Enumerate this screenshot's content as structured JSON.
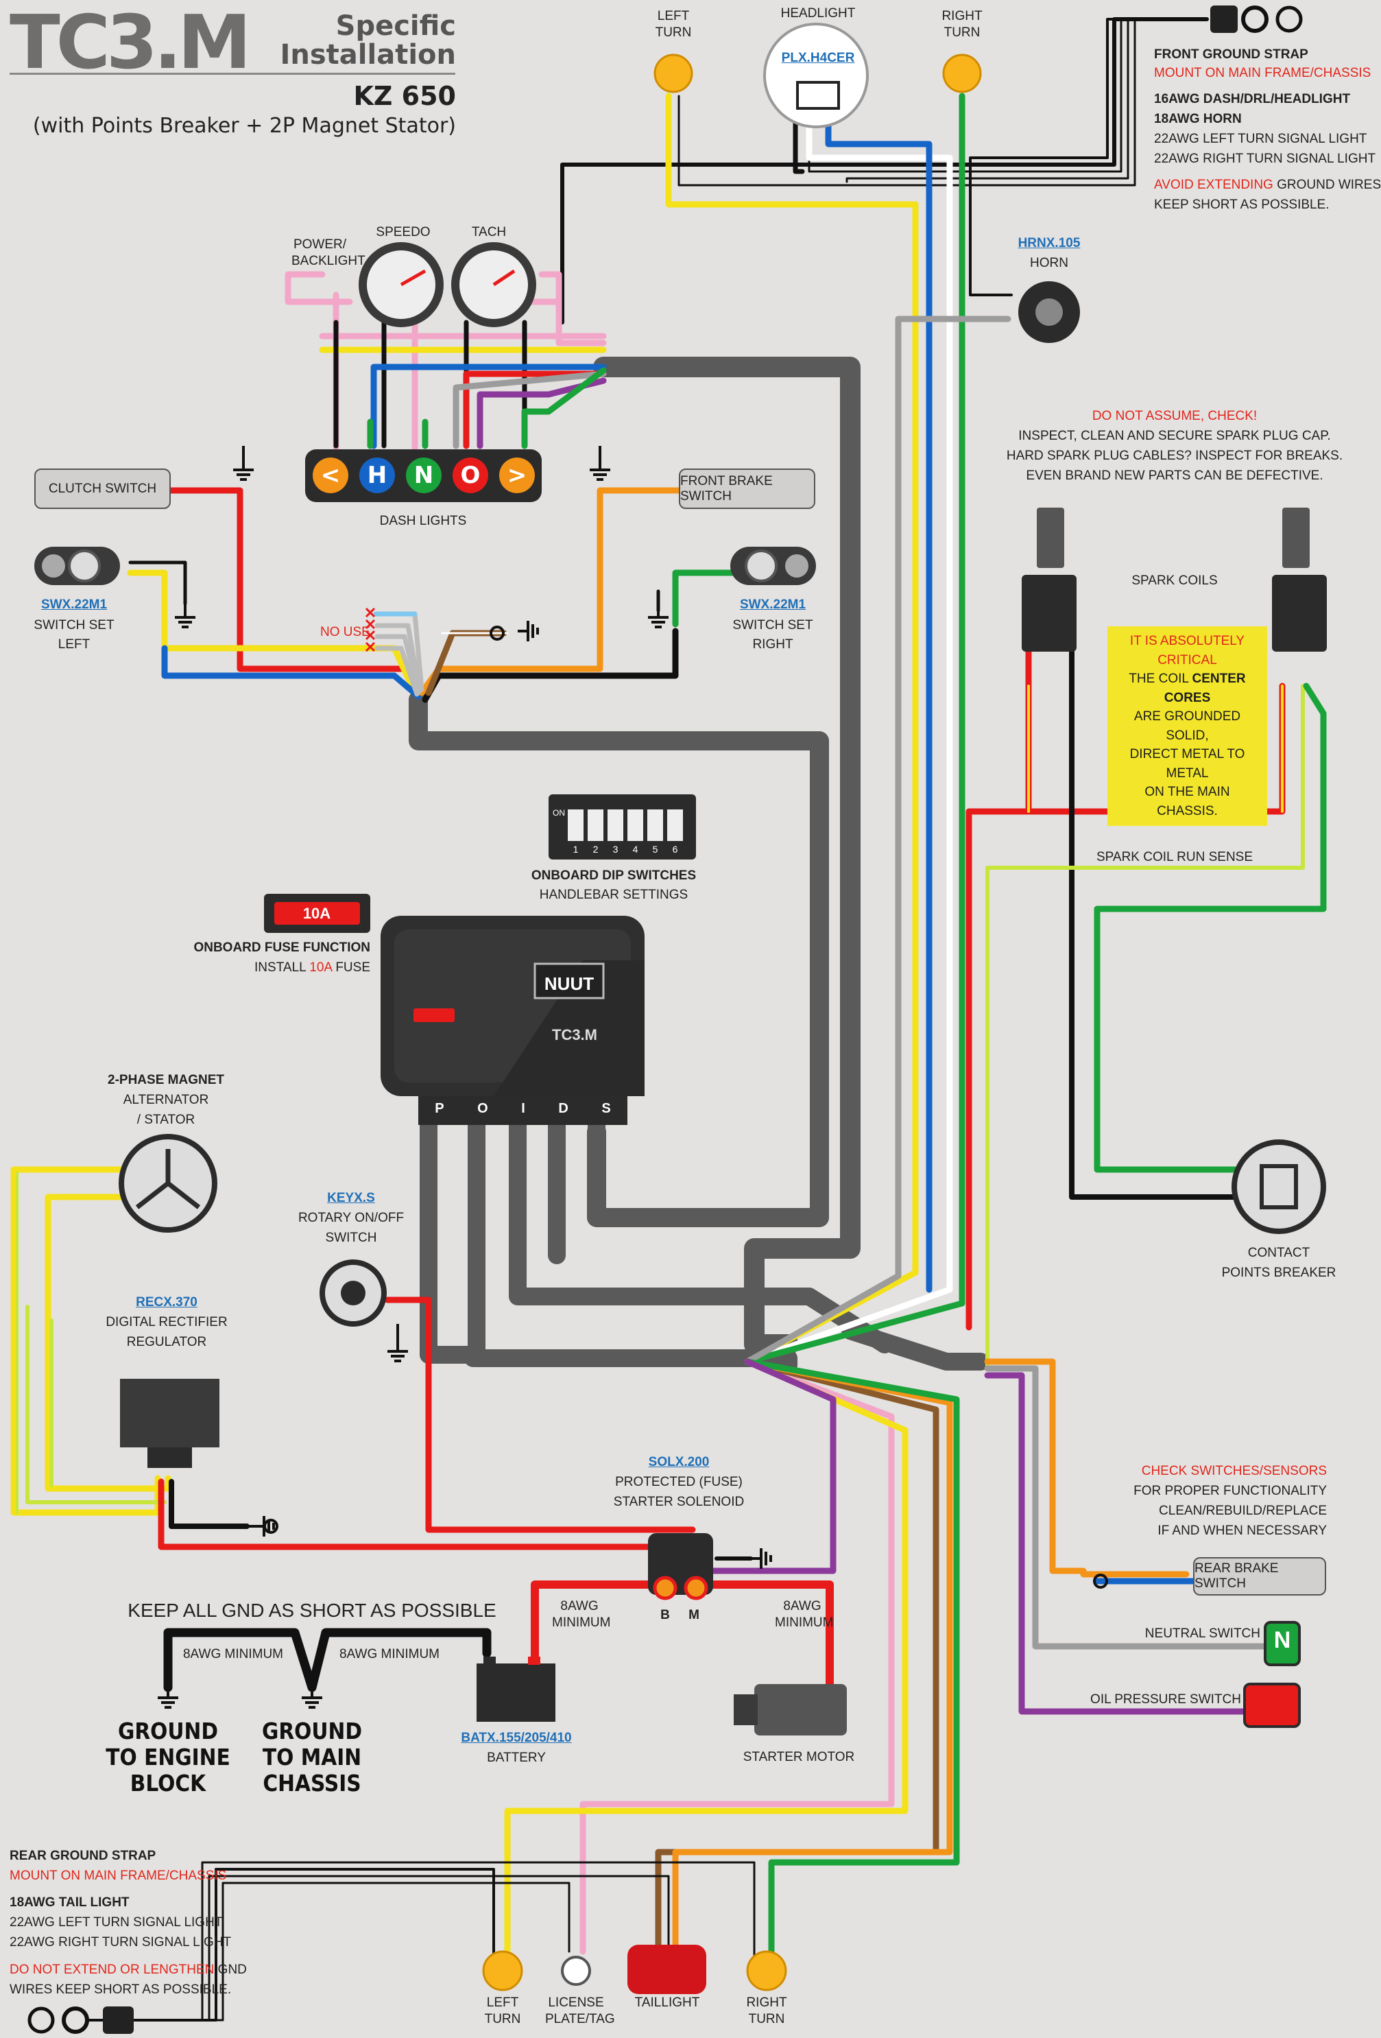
{
  "header": {
    "logo": "TC3.M",
    "title_line1": "Specific",
    "title_line2": "Installation",
    "model": "KZ 650",
    "subtitle": "(with Points Breaker + 2P Magnet Stator)"
  },
  "front_lights": {
    "left_turn": "LEFT TURN",
    "headlight": "HEADLIGHT",
    "headlight_part": "PLX.H4CER",
    "right_turn": "RIGHT TURN"
  },
  "front_ground": {
    "title": "FRONT GROUND STRAP",
    "mount": "MOUNT ON MAIN FRAME/CHASSIS",
    "l1": "16AWG DASH/DRL/HEADLIGHT",
    "l2": "18AWG HORN",
    "l3": "22AWG LEFT TURN SIGNAL LIGHT",
    "l4": "22AWG RIGHT TURN SIGNAL LIGHT",
    "avoid": "AVOID EXTENDING",
    "avoid_rest": " GROUND WIRES",
    "keep": "KEEP SHORT AS POSSIBLE."
  },
  "horn": {
    "part": "HRNX.105",
    "label": "HORN"
  },
  "gauges": {
    "power_backlight": "POWER/ BACKLIGHT",
    "speedo": "SPEEDO",
    "tach": "TACH"
  },
  "dash_lights": {
    "label": "DASH LIGHTS",
    "letters": [
      "<",
      "H",
      "N",
      "O",
      ">"
    ]
  },
  "clutch_switch": "CLUTCH SWITCH",
  "front_brake_switch": "FRONT BRAKE SWITCH",
  "switch_left": {
    "part": "SWX.22M1",
    "l1": "SWITCH SET",
    "l2": "LEFT"
  },
  "switch_right": {
    "part": "SWX.22M1",
    "l1": "SWITCH SET",
    "l2": "RIGHT"
  },
  "no_use": "NO USE",
  "spark": {
    "warn_title": "DO NOT ASSUME, CHECK!",
    "l1": "INSPECT, CLEAN AND SECURE SPARK PLUG CAP.",
    "l2": "HARD SPARK PLUG CABLES? INSPECT FOR BREAKS.",
    "l3": "EVEN BRAND NEW PARTS CAN BE DEFECTIVE.",
    "coils": "SPARK COILS",
    "run_sense": "SPARK COIL RUN SENSE"
  },
  "critical": {
    "l1": "IT IS ABSOLUTELY CRITICAL",
    "l2a": "THE COIL ",
    "l2b": "CENTER CORES",
    "l3": "ARE GROUNDED SOLID,",
    "l4": "DIRECT METAL TO METAL",
    "l5": "ON THE MAIN CHASSIS."
  },
  "dip": {
    "title": "ONBOARD DIP SWITCHES",
    "sub": "HANDLEBAR SETTINGS",
    "on": "ON",
    "numbers": [
      "1",
      "2",
      "3",
      "4",
      "5",
      "6"
    ]
  },
  "fuse": {
    "value": "10A",
    "title": "ONBOARD FUSE FUNCTION",
    "install": "INSTALL ",
    "amp": "10A",
    "rest": " FUSE"
  },
  "unit": {
    "brand": "NUUT",
    "model": "TC3.M",
    "pins": [
      "P",
      "O",
      "I",
      "D",
      "S"
    ]
  },
  "stator": {
    "l1": "2-PHASE MAGNET",
    "l2": "ALTERNATOR",
    "l3": "/ STATOR"
  },
  "key": {
    "part": "KEYX.S",
    "l1": "ROTARY ON/OFF",
    "l2": "SWITCH"
  },
  "rectifier": {
    "part": "RECX.370",
    "l1": "DIGITAL RECTIFIER",
    "l2": "REGULATOR"
  },
  "points": {
    "l1": "CONTACT",
    "l2": "POINTS BREAKER"
  },
  "check": {
    "title": "CHECK SWITCHES/SENSORS",
    "l1": "FOR PROPER FUNCTIONALITY",
    "l2": "CLEAN/REBUILD/REPLACE",
    "l3": "IF AND WHEN NECESSARY"
  },
  "rear_brake_switch": "REAR BRAKE SWITCH",
  "neutral_switch": "NEUTRAL SWITCH",
  "neutral_letter": "N",
  "oil_switch": "OIL PRESSURE SWITCH",
  "solenoid": {
    "part": "SOLX.200",
    "l1": "PROTECTED (FUSE)",
    "l2": "STARTER SOLENOID",
    "b": "B",
    "m": "M"
  },
  "gnd": {
    "title": "KEEP ALL GND AS SHORT AS POSSIBLE",
    "awg1": "8AWG MINIMUM",
    "awg2": "8AWG MINIMUM",
    "g1": "GROUND TO ENGINE BLOCK",
    "g2": "GROUND TO MAIN CHASSIS"
  },
  "battery": {
    "part": "BATX.155/205/410",
    "label": "BATTERY"
  },
  "awg_left": "8AWG MINIMUM",
  "awg_right": "8AWG MINIMUM",
  "starter": "STARTER MOTOR",
  "rear_ground": {
    "title": "REAR GROUND STRAP",
    "mount": "MOUNT ON MAIN FRAME/CHASSIS",
    "l1": "18AWG TAIL LIGHT",
    "l2": "22AWG LEFT TURN SIGNAL LIGHT",
    "l3": "22AWG RIGHT TURN SIGNAL LIGHT",
    "dont": "DO NOT EXTEND OR LENGTHEN",
    "dont_rest": " GND",
    "keep": "WIRES KEEP SHORT AS POSSIBLE."
  },
  "rear_lights": {
    "left_turn": "LEFT TURN",
    "license": "LICENSE PLATE/TAG",
    "taillight": "TAILLIGHT",
    "right_turn": "RIGHT TURN"
  },
  "colors": {
    "yellow": "#f4e11a",
    "red": "#e81b1b",
    "blue": "#1565c8",
    "green": "#1aa33a",
    "pink": "#f2a7c8",
    "orange": "#f39318",
    "brown": "#8b5a2b",
    "purple": "#8b3a9c",
    "gray": "#9c9c9c",
    "white": "#ffffff",
    "black": "#111111",
    "lime": "#c7e53a",
    "harness": "#5a5a5a",
    "bg": "#e4e2e0"
  }
}
